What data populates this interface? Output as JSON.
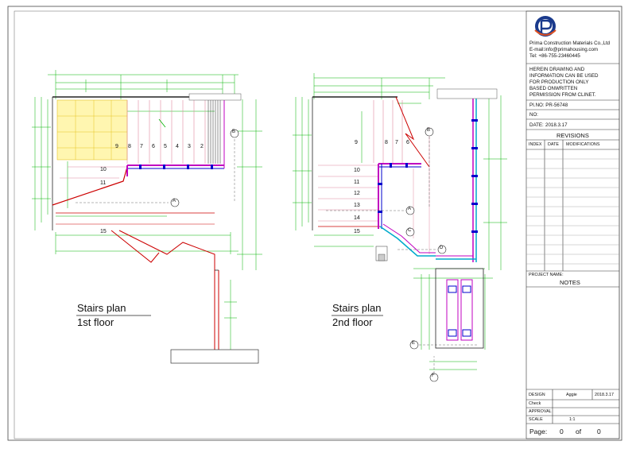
{
  "titleblock": {
    "company": "Prima Construction Materials Co.,Ltd",
    "email": "E-mail:info@primahousing.com",
    "tel": "Tel: +86-755-23460445",
    "notice": [
      "HEREIN DRAWING AND",
      "INFORMATION CAN BE USED",
      "FOR PRODUCTION ONLY",
      "BASED ONWRITTEN",
      "PERMISSION FROM CLINET."
    ],
    "pi_no": "PI.NO: PR-56748",
    "no_label": "NO:",
    "date_label": "DATE:",
    "date_value": "2018.3.17",
    "revisions_title": "REVISIONS",
    "rev_cols": [
      "INDEX",
      "DATE",
      "MODIFICATIONS"
    ],
    "project_name_label": "PROJECT NAME:",
    "notes_title": "NOTES",
    "design_label": "DESIGN",
    "design_value": "Aggie",
    "design_date": "2018.3.17",
    "check_label": "Check",
    "approval_label": "APPROVAL",
    "scale_label": "SCALE",
    "scale_value": "1:1",
    "page_label": "Page:",
    "page_num": "0",
    "of_label": "of",
    "page_total": "0"
  },
  "plan1": {
    "title_line1": "Stairs plan",
    "title_line2": "1st floor",
    "steps_top": [
      "9",
      "8",
      "7",
      "6",
      "5",
      "4",
      "3",
      "2"
    ],
    "steps_side": [
      "10",
      "11",
      "15"
    ],
    "axes": [
      "A",
      "B"
    ]
  },
  "plan2": {
    "title_line1": "Stairs plan",
    "title_line2": "2nd floor",
    "steps_top": [
      "9",
      "8",
      "7",
      "6"
    ],
    "steps_side": [
      "10",
      "11",
      "12",
      "13",
      "14",
      "15"
    ],
    "axes": [
      "A",
      "B",
      "C",
      "D",
      "E",
      "F"
    ]
  },
  "colors": {
    "dim": "#00b400",
    "wall": "#cc0000",
    "magenta": "#c000c0",
    "blue": "#0000cc",
    "cyan": "#00aacc",
    "tread": "#ffd84a"
  }
}
